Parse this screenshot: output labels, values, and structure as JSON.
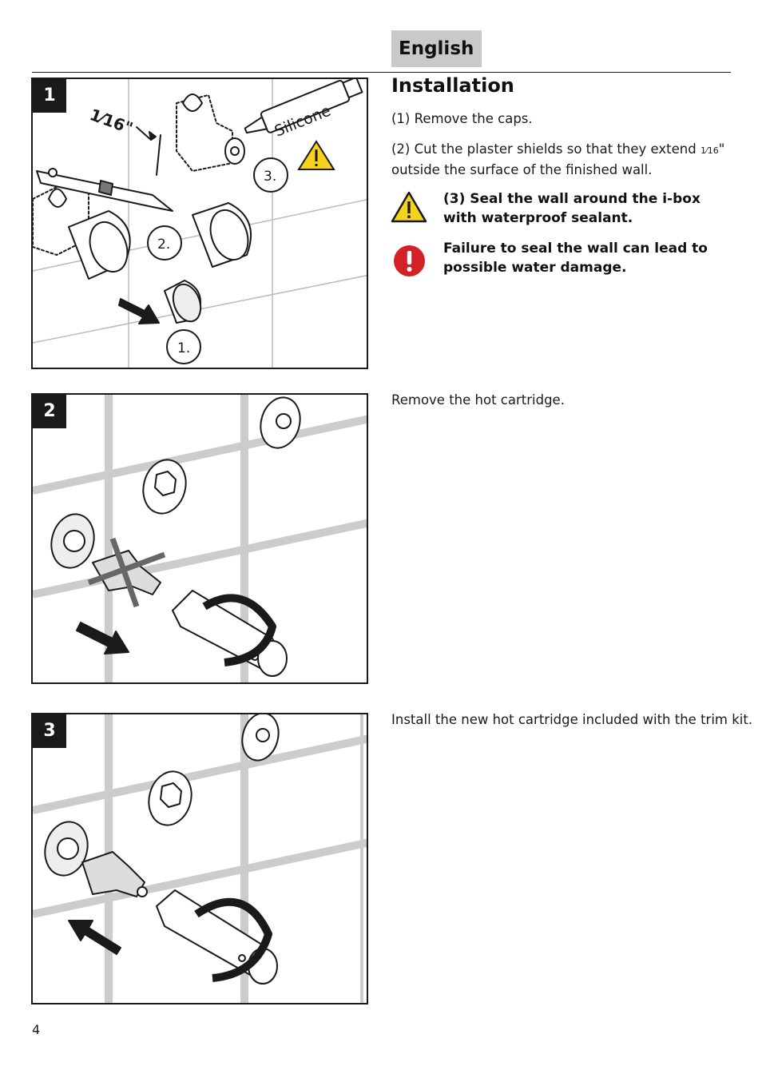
{
  "language_tab": "English",
  "section": {
    "title": "Installation"
  },
  "steps": [
    {
      "number": "1",
      "callouts": {
        "dimension": "1⁄16\"",
        "sealant": "Silicone",
        "c1": "1.",
        "c2": "2.",
        "c3": "3."
      },
      "text_1": "(1) Remove the caps.",
      "text_2_prefix": "(2) Cut the plaster shields so that they extend ",
      "text_2_frac": "1⁄16",
      "text_2_suffix": "\"",
      "text_2_line2": "outside the surface of the finished wall.",
      "warning_1_line1": "(3) Seal the wall around the i-box",
      "warning_1_line2": "with waterproof sealant.",
      "warning_2_line1": "Failure to seal the wall can lead to",
      "warning_2_line2": "possible water damage."
    },
    {
      "number": "2",
      "text": "Remove the hot cartridge."
    },
    {
      "number": "3",
      "text": "Install the new hot cartridge included with the trim kit."
    }
  ],
  "icons": {
    "caution": "warning-triangle-icon",
    "danger": "exclamation-circle-icon"
  },
  "colors": {
    "caution_fill": "#f4d21e",
    "danger_fill": "#d42027",
    "tab_fill": "#c9c9c9"
  },
  "page_number": "4"
}
